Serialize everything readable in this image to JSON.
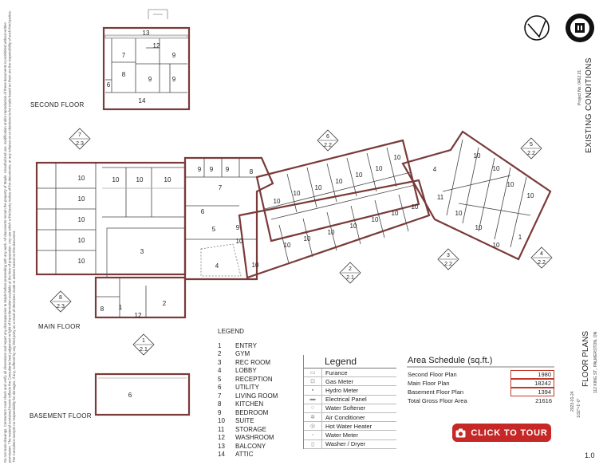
{
  "floors": {
    "second": "SECOND FLOOR",
    "main": "MAIN FLOOR",
    "basement": "BASEMENT FLOOR"
  },
  "section_markers": [
    {
      "id": "7",
      "sheet": "2.3"
    },
    {
      "id": "6",
      "sheet": "2.2"
    },
    {
      "id": "5",
      "sheet": "2.2"
    },
    {
      "id": "4",
      "sheet": "2.2"
    },
    {
      "id": "3",
      "sheet": "2.2"
    },
    {
      "id": "2",
      "sheet": "2.1"
    },
    {
      "id": "8",
      "sheet": "2.3"
    },
    {
      "id": "1",
      "sheet": "2.1"
    }
  ],
  "room_legend": {
    "title": "LEGEND",
    "items": [
      {
        "num": "1",
        "name": "ENTRY"
      },
      {
        "num": "2",
        "name": "GYM"
      },
      {
        "num": "3",
        "name": "REC ROOM"
      },
      {
        "num": "4",
        "name": "LOBBY"
      },
      {
        "num": "5",
        "name": "RECEPTION"
      },
      {
        "num": "6",
        "name": "UTILITY"
      },
      {
        "num": "7",
        "name": "LIVING ROOM"
      },
      {
        "num": "8",
        "name": "KITCHEN"
      },
      {
        "num": "9",
        "name": "BEDROOM"
      },
      {
        "num": "10",
        "name": "SUITE"
      },
      {
        "num": "11",
        "name": "STORAGE"
      },
      {
        "num": "12",
        "name": "WASHROOM"
      },
      {
        "num": "13",
        "name": "BALCONY"
      },
      {
        "num": "14",
        "name": "ATTIC"
      }
    ]
  },
  "symbol_legend": {
    "title": "Legend",
    "items": [
      "Furance",
      "Gas Meter",
      "Hydro Meter",
      "Electrical Panel",
      "Water Softener",
      "Air Conditioner",
      "Hot Water Heater",
      "Water Meter",
      "Washer / Dryer"
    ]
  },
  "area_schedule": {
    "title": "Area Schedule (sq.ft.)",
    "rows": [
      {
        "name": "Second Floor Plan",
        "value": "1980"
      },
      {
        "name": "Main Floor Plan",
        "value": "18242"
      },
      {
        "name": "Basement Floor Plan",
        "value": "1394"
      },
      {
        "name": "Total Gross Floor Area",
        "value": "21616"
      }
    ]
  },
  "tour_button": "CLICK TO TOUR",
  "title_block": {
    "sheet_title": "EXISTING CONDITIONS",
    "project_no": "Project No: 0462.21",
    "plans_title": "FLOOR PLANS",
    "address": "112 KING ST., PALMERSTON, ON",
    "date": "2023-01-24",
    "scale": "1/32\"=1'-0\"",
    "sheet_no": "1.0"
  },
  "disclaimer": "Do not scale drawings. Contractors must check and verify all dimensions and report any discrepancies to Maple before proceeding with any work. All documents remain the property of Maple. Unauthorized use, modification and/or reproduction of these documents is prohibited without written permission. The material contained herein reflects the Consultants best judgement in light of the information available at the time of preparation. Any use which a third party makes of the documents, or any reliance on or decisions to be made based on them are the responsibility of such third parties. The Consultant accepts no responsibility for damages, if any, suffered by any third party as a result of decisions made or actions based on this document."
}
